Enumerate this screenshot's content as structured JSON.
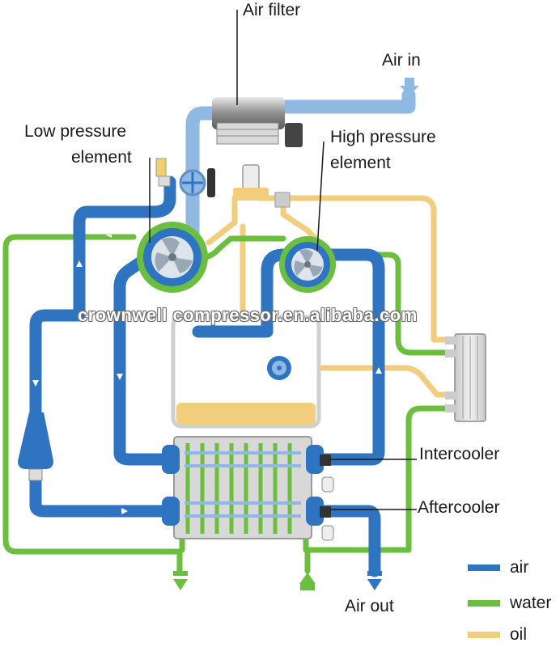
{
  "labels": {
    "air_filter": "Air filter",
    "air_in": "Air in",
    "low_pressure_line1": "Low pressure",
    "low_pressure_line2": "element",
    "high_pressure_line1": "High pressure",
    "high_pressure_line2": "element",
    "intercooler": "Intercooler",
    "aftercooler": "Aftercooler",
    "air_out": "Air out"
  },
  "watermark": "crownwell compressor.en.alibaba.com",
  "legend": [
    {
      "name": "air",
      "color": "#2f74c0"
    },
    {
      "name": "water",
      "color": "#6cbf3e"
    },
    {
      "name": "oil",
      "color": "#f2cd7c"
    }
  ],
  "colors": {
    "air": "#2f74c0",
    "air_light": "#8fb8e3",
    "water": "#6cbf3e",
    "oil": "#f2cd7c",
    "tank_outline": "#cfcfcf",
    "metal": "#9a9a9a"
  }
}
